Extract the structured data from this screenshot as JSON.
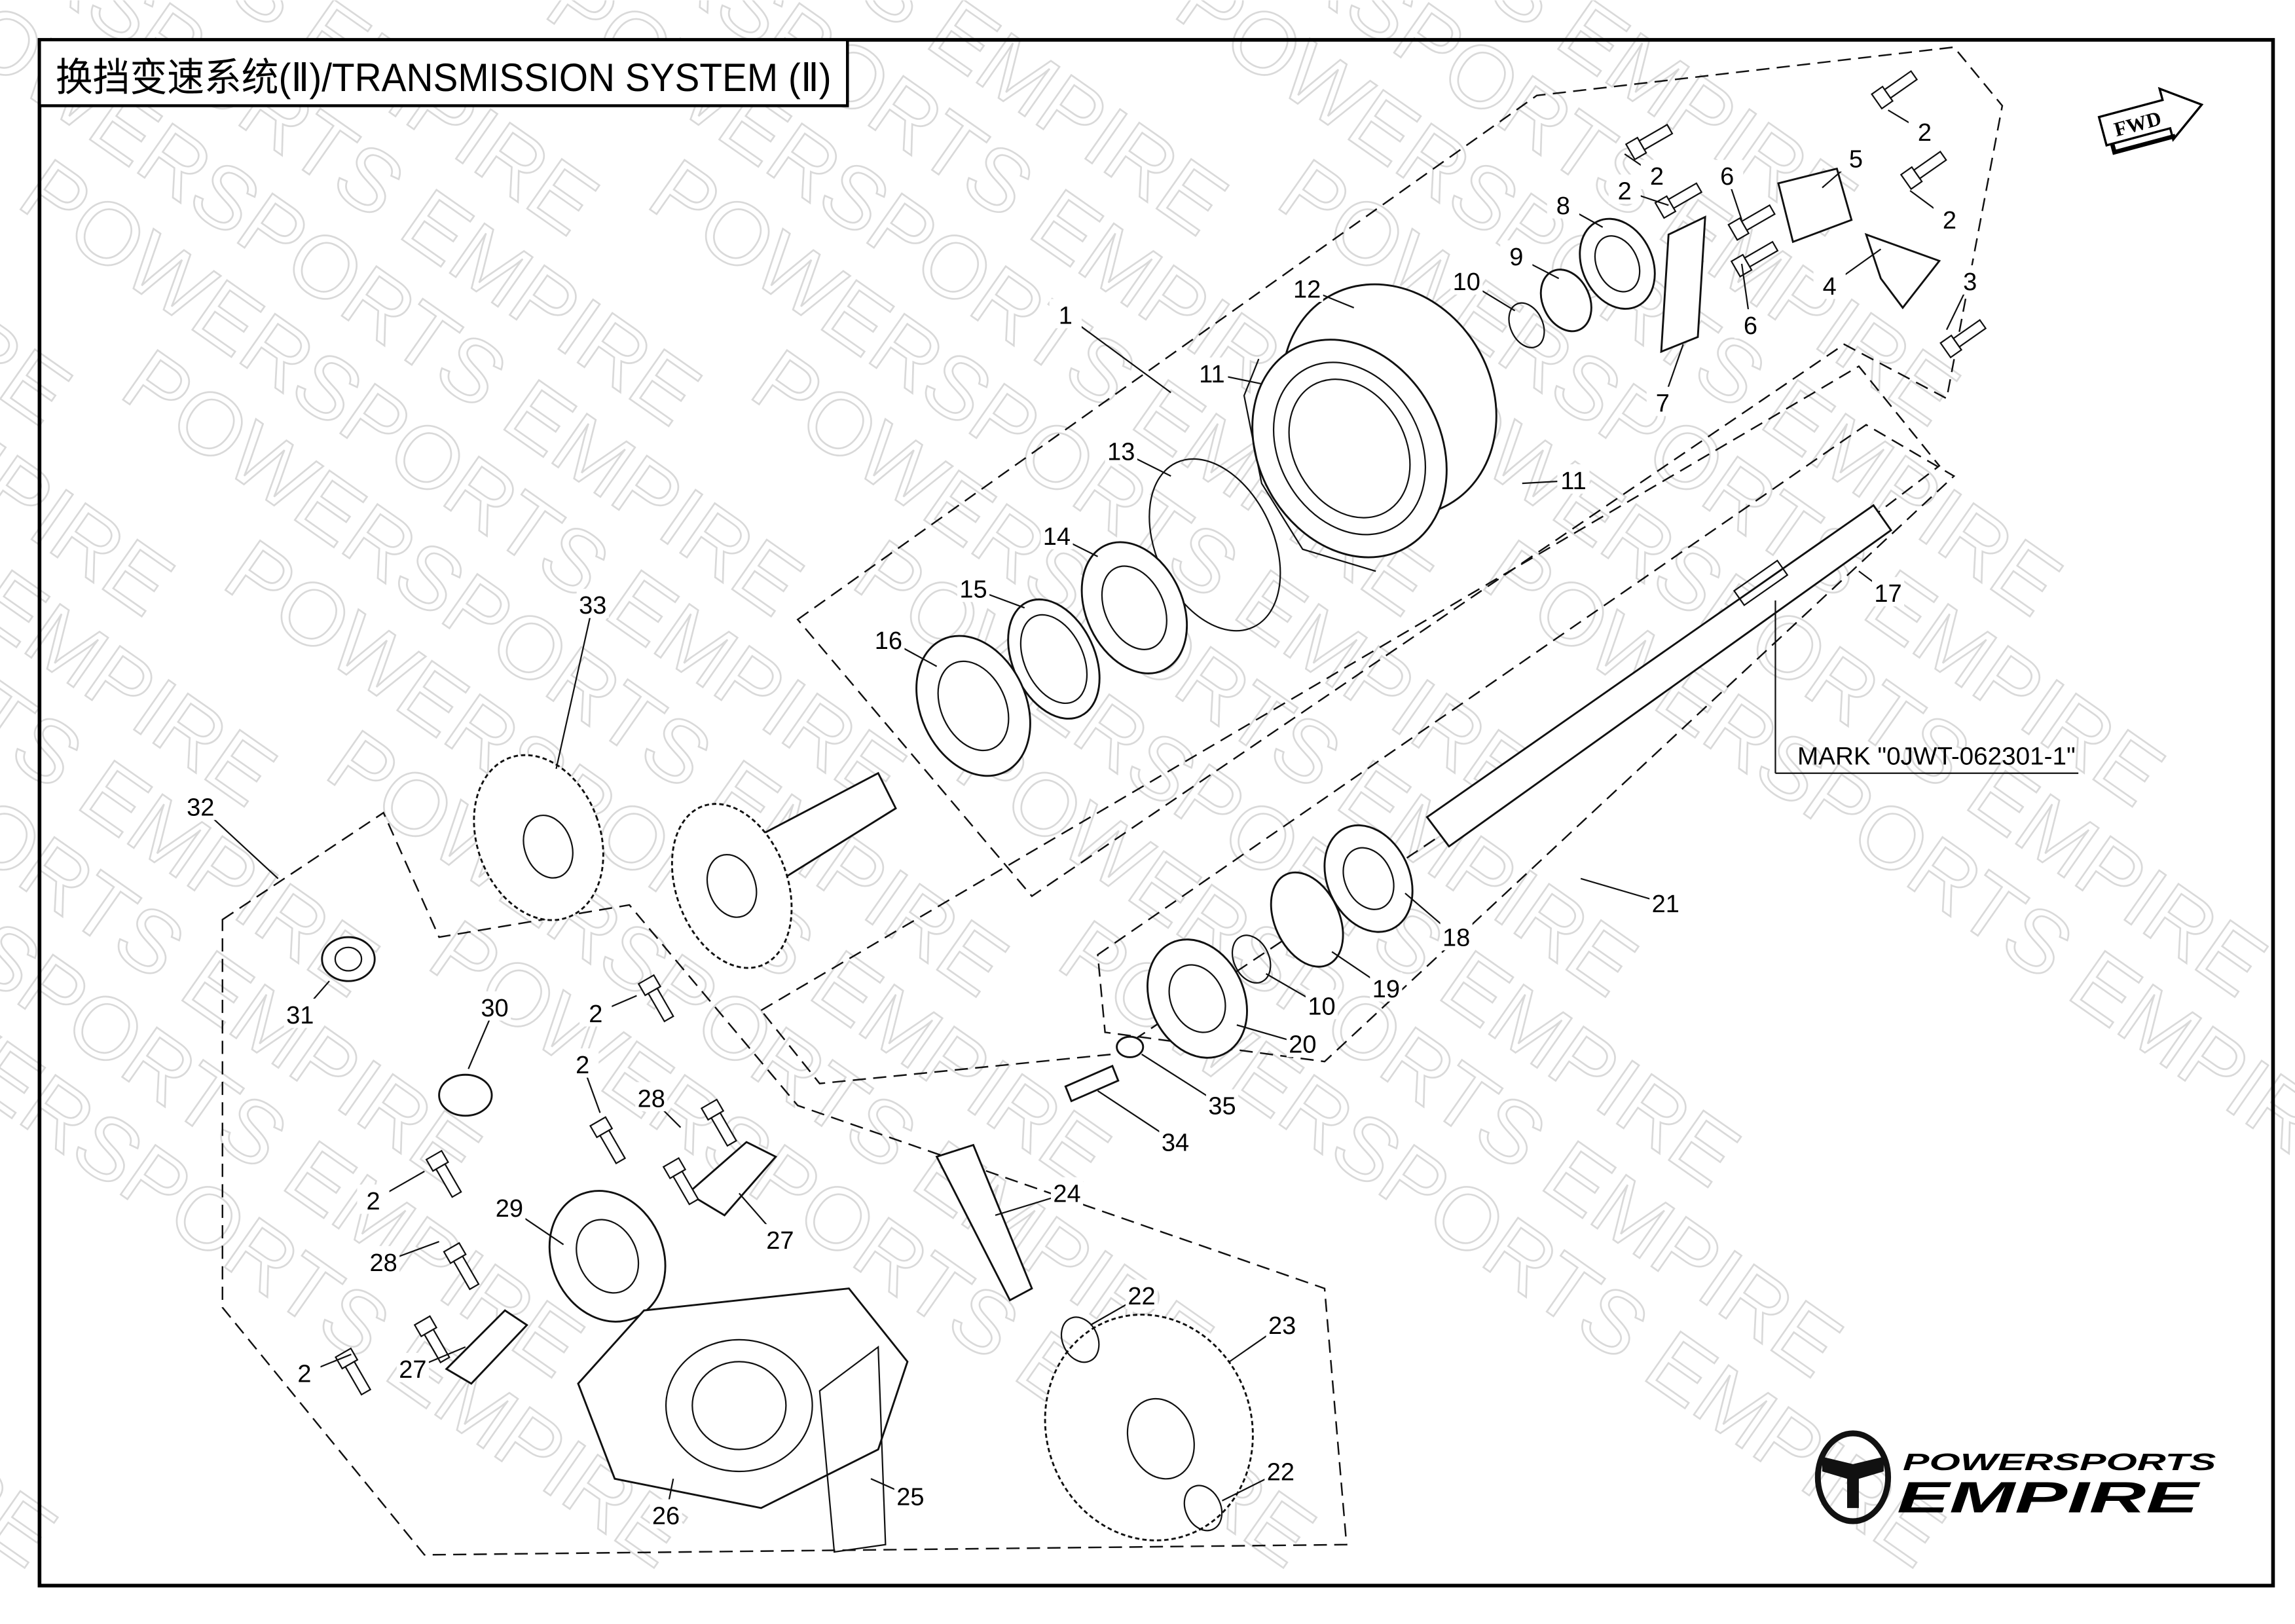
{
  "title": "换挡变速系统(Ⅱ)/TRANSMISSION SYSTEM (Ⅱ)",
  "fwd_label": "FWD",
  "mark_label": "MARK \"0JWT-062301-1\"",
  "watermark": "POWERSPORTS EMPIRE",
  "logo": {
    "line1": "POWERSPORTS",
    "line2": "EMPIRE"
  },
  "callouts": [
    "1",
    "2",
    "2",
    "2",
    "2",
    "3",
    "4",
    "5",
    "6",
    "6",
    "7",
    "8",
    "9",
    "10",
    "11",
    "11",
    "12",
    "13",
    "14",
    "15",
    "16",
    "17",
    "18",
    "19",
    "10",
    "20",
    "21",
    "33",
    "32",
    "31",
    "30",
    "2",
    "2",
    "28",
    "28",
    "27",
    "27",
    "2",
    "29",
    "2",
    "24",
    "22",
    "22",
    "23",
    "25",
    "26",
    "34",
    "35"
  ],
  "colors": {
    "ink": "#000000",
    "watermark": "#d9d9d9"
  }
}
